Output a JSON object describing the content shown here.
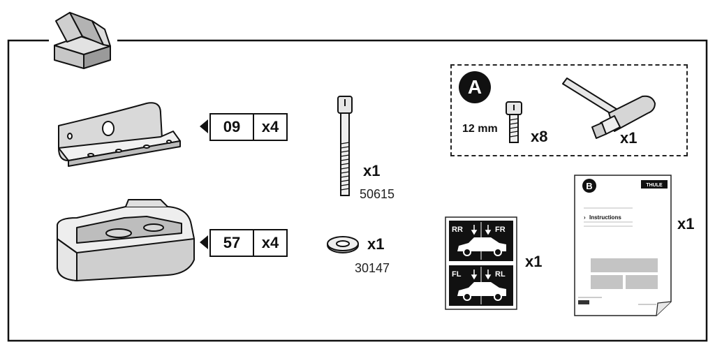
{
  "bracket": {
    "code": "09",
    "qty": "x4"
  },
  "foot_pad": {
    "code": "57",
    "qty": "x4"
  },
  "bolt": {
    "qty": "x1",
    "part_number": "50615"
  },
  "washer": {
    "qty": "x1",
    "part_number": "30147"
  },
  "tool_kit": {
    "badge": "A",
    "screw_length": "12 mm",
    "screw_qty": "x8",
    "key_qty": "x1"
  },
  "stickers": {
    "qty": "x1",
    "top": {
      "left": "RR",
      "right": "FR"
    },
    "bottom": {
      "left": "FL",
      "right": "RL"
    }
  },
  "manual": {
    "badge": "B",
    "brand": "THULE",
    "heading": "Instructions",
    "qty": "x1"
  },
  "icons": {
    "package": "open-box-icon",
    "bracket": "mounting-bracket-icon",
    "foot_pad": "foot-pad-icon",
    "bolt": "bolt-icon",
    "washer": "washer-icon",
    "screw": "screw-icon",
    "key": "t-key-icon",
    "car": "car-side-icon",
    "arrow": "down-arrow-icon"
  }
}
